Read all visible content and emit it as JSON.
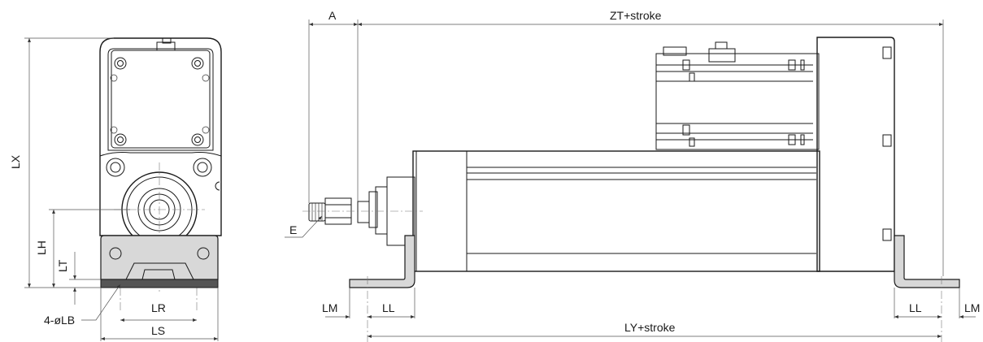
{
  "labels": {
    "A": "A",
    "ZT": "ZT+stroke",
    "LX": "LX",
    "LH": "LH",
    "LT": "LT",
    "LB": "4-øLB",
    "LR": "LR",
    "LS": "LS",
    "E": "E",
    "LM_left": "LM",
    "LL_left": "LL",
    "LL_right": "LL",
    "LM_right": "LM",
    "LY": "LY+stroke"
  }
}
